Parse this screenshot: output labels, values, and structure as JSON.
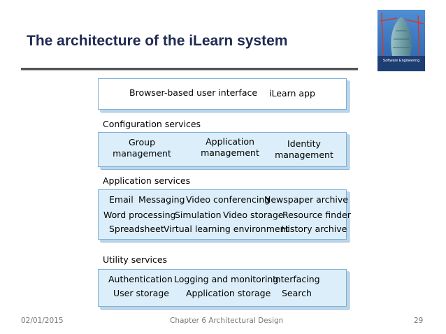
{
  "slide": {
    "title": "The architecture of the iLearn system",
    "cover_label": "Software Engineering"
  },
  "layers": {
    "ui": {
      "items": [
        "Browser-based user interface",
        "iLearn app"
      ]
    },
    "configuration": {
      "label": "Configuration services",
      "items": [
        "Group management",
        "Application management",
        "Identity management"
      ]
    },
    "application": {
      "label": "Application services",
      "rows": [
        [
          "Email",
          "Messaging",
          "Video conferencing",
          "Newspaper archive"
        ],
        [
          "Word processing",
          "Simulation",
          "Video storage",
          "Resource finder"
        ],
        [
          "Spreadsheet",
          "Virtual learning environment",
          "History archive"
        ]
      ]
    },
    "utility": {
      "label": "Utility services",
      "rows": [
        [
          "Authentication",
          "Logging and monitoring",
          "Interfacing"
        ],
        [
          "User storage",
          "Application storage",
          "Search"
        ]
      ]
    }
  },
  "footer": {
    "date": "02/01/2015",
    "chapter": "Chapter 6 Architectural Design",
    "page": "29"
  },
  "colors": {
    "title": "#1f2a52",
    "box_fill": "#dbeef9",
    "box_border": "#7fb1d6"
  }
}
